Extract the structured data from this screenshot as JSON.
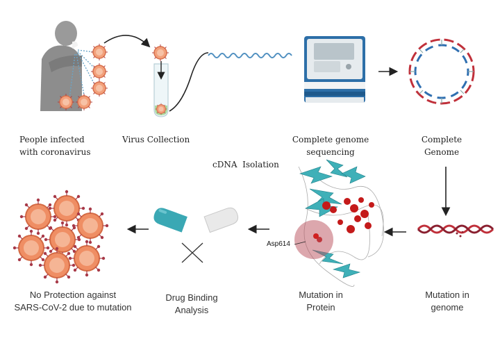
{
  "steps_top": [
    {
      "id": "infected",
      "line1": "People infected",
      "line2": "with coronavirus"
    },
    {
      "id": "virus-collection",
      "line1": "Virus Collection",
      "line2": ""
    },
    {
      "id": "cdna",
      "line1": "cDNA  Isolation",
      "line2": ""
    },
    {
      "id": "sequencing",
      "line1": "Complete genome",
      "line2": "sequencing"
    },
    {
      "id": "complete-genome",
      "line1": "Complete",
      "line2": "Genome"
    }
  ],
  "steps_bottom": [
    {
      "id": "no-protection",
      "line1": "No Protection against",
      "line2": "SARS-CoV-2 due to mutation"
    },
    {
      "id": "drug-binding",
      "line1": "Drug Binding",
      "line2": "Analysis"
    },
    {
      "id": "mutation-protein",
      "line1": "Mutation in",
      "line2": "Protein"
    },
    {
      "id": "mutation-genome",
      "line1": "Mutation in",
      "line2": "genome"
    }
  ],
  "residue_label": "Asp614",
  "colors": {
    "virus": "#e8835a",
    "virus_spike": "#b04040",
    "dna_red": "#c0303a",
    "dna_blue": "#2f6fb0",
    "protein_teal": "#3fb0b8",
    "protein_red": "#c41a1a",
    "tube": "#eef6f8",
    "arrow": "#222222"
  }
}
